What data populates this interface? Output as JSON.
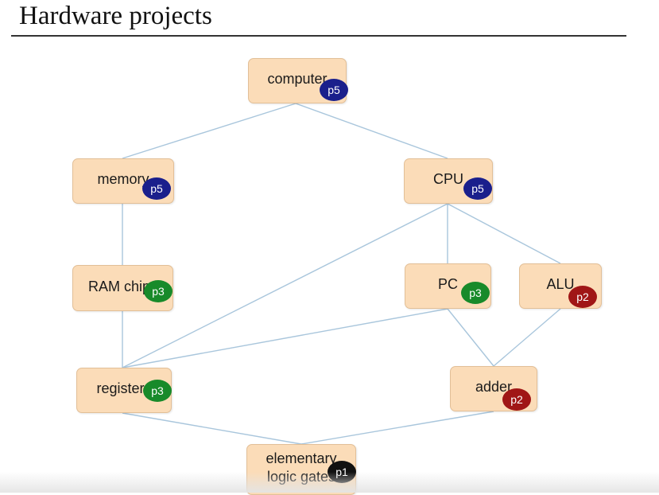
{
  "slide": {
    "title": "Hardware projects"
  },
  "colors": {
    "node_fill": "#fbdcb8",
    "edge": "#a9c6dc",
    "p5": "#1a1f8c",
    "p3": "#188a2a",
    "p2": "#a01616",
    "p1": "#111111"
  },
  "nodes": [
    {
      "id": "computer",
      "label": "computer",
      "project": "p5"
    },
    {
      "id": "memory",
      "label": "memory",
      "project": "p5"
    },
    {
      "id": "cpu",
      "label": "CPU",
      "project": "p5"
    },
    {
      "id": "ram-chips",
      "label": "RAM chips",
      "project": "p3"
    },
    {
      "id": "pc",
      "label": "PC",
      "project": "p3"
    },
    {
      "id": "alu",
      "label": "ALU",
      "project": "p2"
    },
    {
      "id": "registers",
      "label": "registers",
      "project": "p3"
    },
    {
      "id": "adder",
      "label": "adder",
      "project": "p2"
    },
    {
      "id": "elementary-logic-gates",
      "label": "elementary\nlogic gates",
      "project": "p1"
    }
  ],
  "edges": [
    [
      "computer",
      "memory"
    ],
    [
      "computer",
      "cpu"
    ],
    [
      "memory",
      "ram-chips"
    ],
    [
      "ram-chips",
      "registers"
    ],
    [
      "cpu",
      "registers"
    ],
    [
      "cpu",
      "pc"
    ],
    [
      "cpu",
      "alu"
    ],
    [
      "pc",
      "registers"
    ],
    [
      "pc",
      "adder"
    ],
    [
      "alu",
      "adder"
    ],
    [
      "registers",
      "elementary-logic-gates"
    ],
    [
      "adder",
      "elementary-logic-gates"
    ]
  ]
}
